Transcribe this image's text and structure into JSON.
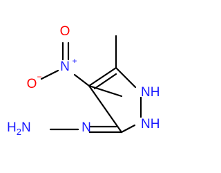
{
  "molecule": {
    "atoms": {
      "nitro_n": {
        "symbol": "N",
        "charge": "+",
        "color": "#1a1aff"
      },
      "nitro_o_top": {
        "symbol": "O",
        "color": "#ff0000"
      },
      "nitro_o_left": {
        "symbol": "O",
        "charge": "−",
        "color": "#ff0000"
      },
      "ring_nh_top": {
        "label": "NH",
        "color": "#1a1aff"
      },
      "ring_nh_bottom": {
        "label": "NH",
        "color": "#1a1aff"
      },
      "hydrazone_n": {
        "symbol": "N",
        "color": "#1a1aff"
      },
      "hydrazone_nh2": {
        "label": "H",
        "sub": "2",
        "tail": "N",
        "color": "#1a1aff"
      }
    },
    "bond_color": "#000000"
  }
}
